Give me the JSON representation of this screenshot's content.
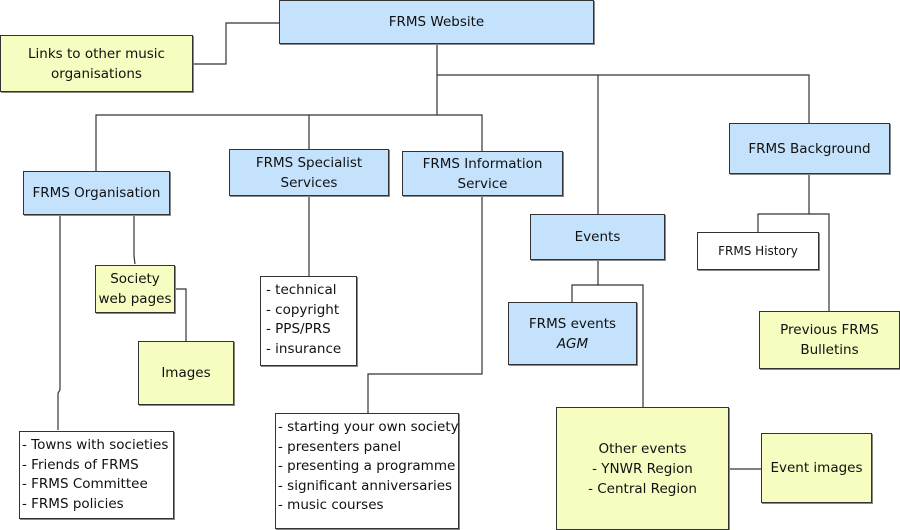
{
  "diagram": {
    "root": "FRMS Website",
    "links": "Links to other music organisations",
    "organisation": "FRMS Organisation",
    "specialist": "FRMS Specialist Services",
    "information": "FRMS Information Service",
    "events": "Events",
    "background": "FRMS Background",
    "society_pages": "Society web pages",
    "images": "Images",
    "specialist_items": [
      "- technical",
      "- copyright",
      "- PPS/PRS",
      "- insurance"
    ],
    "organisation_items": [
      "- Towns with societies",
      "- Friends of FRMS",
      "- FRMS Committee",
      "- FRMS policies"
    ],
    "information_items": [
      "- starting your own society",
      "- presenters panel",
      "- presenting a programme",
      "- significant anniversaries",
      "- music courses"
    ],
    "frms_events": [
      "FRMS events",
      "AGM"
    ],
    "other_events": [
      "Other events",
      "- YNWR Region",
      "- Central Region"
    ],
    "event_images": "Event images",
    "history": "FRMS History",
    "bulletins": "Previous FRMS Bulletins"
  },
  "colors": {
    "blue": "#c5e2fc",
    "yellow": "#f7fcc0",
    "line": "#333333"
  }
}
